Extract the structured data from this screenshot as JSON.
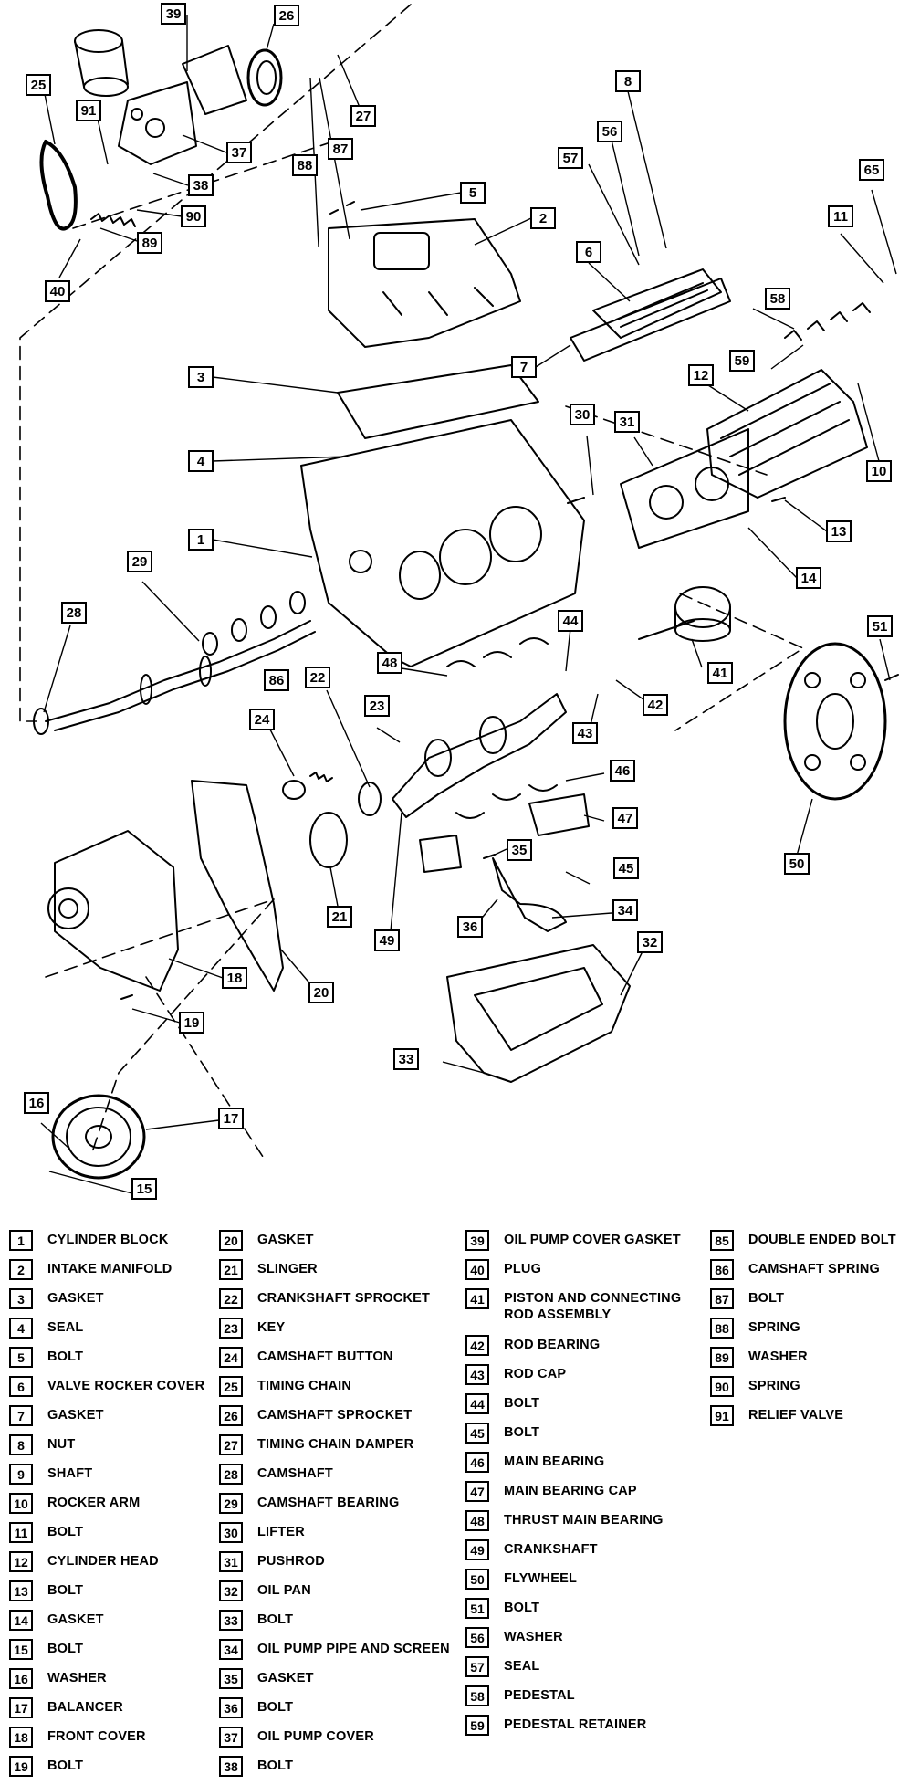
{
  "diagram": {
    "callouts": [
      "1",
      "2",
      "3",
      "4",
      "5",
      "6",
      "7",
      "8",
      "10",
      "11",
      "12",
      "13",
      "14",
      "15",
      "16",
      "17",
      "18",
      "19",
      "20",
      "21",
      "22",
      "23",
      "24",
      "25",
      "26",
      "27",
      "28",
      "29",
      "30",
      "31",
      "32",
      "33",
      "34",
      "35",
      "36",
      "37",
      "38",
      "39",
      "40",
      "41",
      "42",
      "43",
      "44",
      "45",
      "46",
      "47",
      "48",
      "49",
      "50",
      "51",
      "56",
      "57",
      "58",
      "59",
      "65",
      "86",
      "87",
      "88",
      "89",
      "90",
      "91"
    ]
  },
  "legend": {
    "columns": [
      [
        {
          "num": "1",
          "label": "CYLINDER BLOCK"
        },
        {
          "num": "2",
          "label": "INTAKE MANIFOLD"
        },
        {
          "num": "3",
          "label": "GASKET"
        },
        {
          "num": "4",
          "label": "SEAL"
        },
        {
          "num": "5",
          "label": "BOLT"
        },
        {
          "num": "6",
          "label": "VALVE ROCKER COVER"
        },
        {
          "num": "7",
          "label": "GASKET"
        },
        {
          "num": "8",
          "label": "NUT"
        },
        {
          "num": "9",
          "label": "SHAFT"
        },
        {
          "num": "10",
          "label": "ROCKER ARM"
        },
        {
          "num": "11",
          "label": "BOLT"
        },
        {
          "num": "12",
          "label": "CYLINDER HEAD"
        },
        {
          "num": "13",
          "label": "BOLT"
        },
        {
          "num": "14",
          "label": "GASKET"
        },
        {
          "num": "15",
          "label": "BOLT"
        },
        {
          "num": "16",
          "label": "WASHER"
        },
        {
          "num": "17",
          "label": "BALANCER"
        },
        {
          "num": "18",
          "label": "FRONT COVER"
        },
        {
          "num": "19",
          "label": "BOLT"
        }
      ],
      [
        {
          "num": "20",
          "label": "GASKET"
        },
        {
          "num": "21",
          "label": "SLINGER"
        },
        {
          "num": "22",
          "label": "CRANKSHAFT SPROCKET"
        },
        {
          "num": "23",
          "label": "KEY"
        },
        {
          "num": "24",
          "label": "CAMSHAFT BUTTON"
        },
        {
          "num": "25",
          "label": "TIMING CHAIN"
        },
        {
          "num": "26",
          "label": "CAMSHAFT SPROCKET"
        },
        {
          "num": "27",
          "label": "TIMING CHAIN DAMPER"
        },
        {
          "num": "28",
          "label": "CAMSHAFT"
        },
        {
          "num": "29",
          "label": "CAMSHAFT BEARING"
        },
        {
          "num": "30",
          "label": "LIFTER"
        },
        {
          "num": "31",
          "label": "PUSHROD"
        },
        {
          "num": "32",
          "label": "OIL PAN"
        },
        {
          "num": "33",
          "label": "BOLT"
        },
        {
          "num": "34",
          "label": "OIL PUMP PIPE AND SCREEN"
        },
        {
          "num": "35",
          "label": "GASKET"
        },
        {
          "num": "36",
          "label": "BOLT"
        },
        {
          "num": "37",
          "label": "OIL PUMP COVER"
        },
        {
          "num": "38",
          "label": "BOLT"
        }
      ],
      [
        {
          "num": "39",
          "label": "OIL PUMP COVER GASKET"
        },
        {
          "num": "40",
          "label": "PLUG"
        },
        {
          "num": "41",
          "label": "PISTON AND CONNECTING\nROD ASSEMBLY",
          "tall": true
        },
        {
          "num": "42",
          "label": "ROD BEARING"
        },
        {
          "num": "43",
          "label": "ROD CAP"
        },
        {
          "num": "44",
          "label": "BOLT"
        },
        {
          "num": "45",
          "label": "BOLT"
        },
        {
          "num": "46",
          "label": "MAIN BEARING"
        },
        {
          "num": "47",
          "label": "MAIN BEARING CAP"
        },
        {
          "num": "48",
          "label": "THRUST MAIN BEARING"
        },
        {
          "num": "49",
          "label": "CRANKSHAFT"
        },
        {
          "num": "50",
          "label": "FLYWHEEL"
        },
        {
          "num": "51",
          "label": "BOLT"
        },
        {
          "num": "56",
          "label": "WASHER"
        },
        {
          "num": "57",
          "label": "SEAL"
        },
        {
          "num": "58",
          "label": "PEDESTAL"
        },
        {
          "num": "59",
          "label": "PEDESTAL RETAINER"
        }
      ],
      [
        {
          "num": "85",
          "label": "DOUBLE ENDED BOLT"
        },
        {
          "num": "86",
          "label": "CAMSHAFT SPRING"
        },
        {
          "num": "87",
          "label": "BOLT"
        },
        {
          "num": "88",
          "label": "SPRING"
        },
        {
          "num": "89",
          "label": "WASHER"
        },
        {
          "num": "90",
          "label": "SPRING"
        },
        {
          "num": "91",
          "label": "RELIEF VALVE"
        }
      ]
    ]
  }
}
